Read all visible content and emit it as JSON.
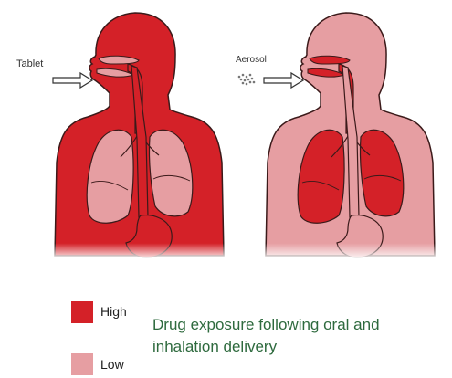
{
  "labels": {
    "tablet": "Tablet",
    "aerosol": "Aerosol"
  },
  "legend": [
    {
      "label": "High",
      "color": "#d42128"
    },
    {
      "label": "Low",
      "color": "#e69ea2"
    }
  ],
  "caption": {
    "line1": "Drug exposure following oral and",
    "line2": "inhalation delivery",
    "color": "#2e6a3e"
  },
  "colors": {
    "high": "#d42128",
    "low": "#e69ea2",
    "outline": "#3b1a1a",
    "arrow": "#333333"
  }
}
